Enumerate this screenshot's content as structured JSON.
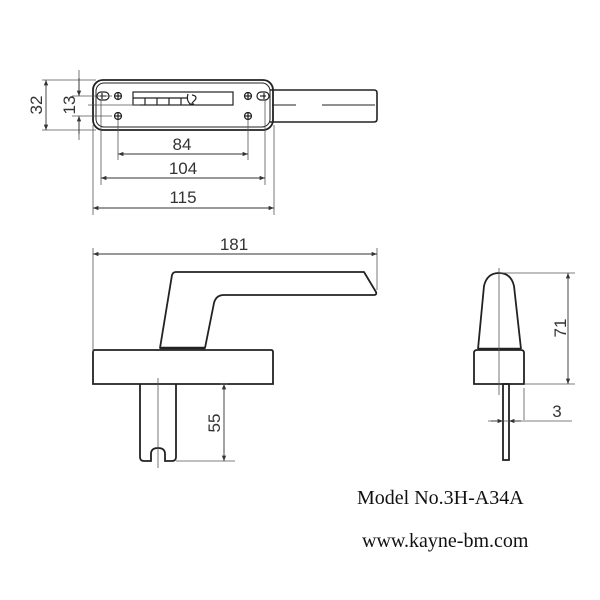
{
  "top_view": {
    "dim_height_total": "32",
    "dim_height_holes": "13",
    "dim_hole_spacing_inner": "84",
    "dim_hole_spacing_outer": "104",
    "dim_plate_length": "115"
  },
  "side_view": {
    "dim_total_length": "181",
    "dim_spindle_length": "55"
  },
  "end_view": {
    "dim_height": "71",
    "dim_spindle_width": "3"
  },
  "caption": {
    "model": "Model No.3H-A34A",
    "website": "www.kayne-bm.com"
  },
  "colors": {
    "line": "#222222",
    "dim_line": "#444444",
    "background": "#ffffff"
  }
}
